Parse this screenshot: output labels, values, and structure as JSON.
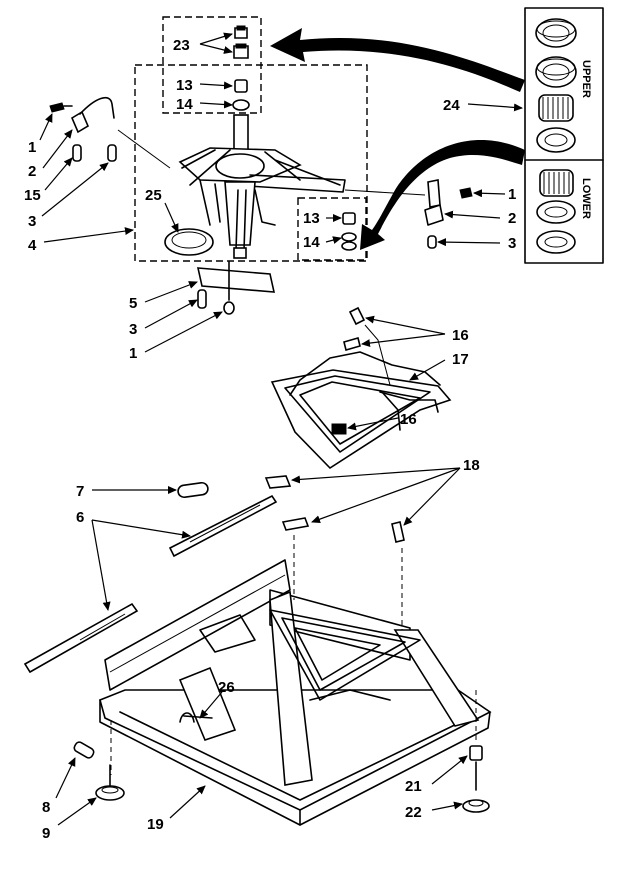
{
  "panel_labels": {
    "upper": "UPPER",
    "lower": "LOWER"
  },
  "callouts": {
    "c23": "23",
    "c13a": "13",
    "c14a": "14",
    "c24": "24",
    "c1a": "1",
    "c2a": "2",
    "c15": "15",
    "c3a": "3",
    "c25": "25",
    "c4": "4",
    "c1b": "1",
    "c2b": "2",
    "c3b": "3",
    "c13b": "13",
    "c14b": "14",
    "c5": "5",
    "c3c": "3",
    "c1c": "1",
    "c16a": "16",
    "c17": "17",
    "c16b": "16",
    "c7": "7",
    "c6": "6",
    "c18": "18",
    "c26": "26",
    "c8": "8",
    "c9": "9",
    "c19": "19",
    "c21": "21",
    "c22": "22"
  }
}
